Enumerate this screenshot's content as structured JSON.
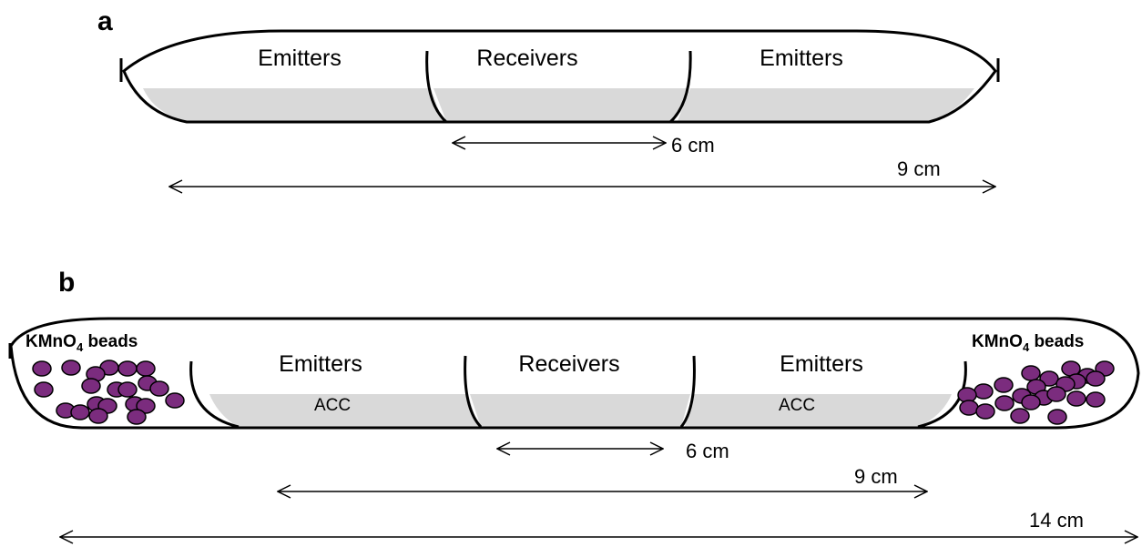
{
  "panel_a": {
    "label": "a",
    "zones": [
      "Emitters",
      "Receivers",
      "Emitters"
    ],
    "dim_inner": "6 cm",
    "dim_outer": "9 cm"
  },
  "panel_b": {
    "label": "b",
    "zones": [
      "Emitters",
      "Receivers",
      "Emitters"
    ],
    "acc_labels": [
      "ACC",
      "ACC"
    ],
    "beads_left": {
      "main": "KMnO",
      "sub": "4",
      "rest": " beads"
    },
    "beads_right": {
      "main": "KMnO",
      "sub": "4",
      "rest": " beads"
    },
    "dim_inner": "6 cm",
    "dim_mid": "9 cm",
    "dim_outer": "14 cm"
  },
  "colors": {
    "bead_fill": "#7b2c7e",
    "medium_fill": "#d9d9d9",
    "outline": "#000000"
  }
}
